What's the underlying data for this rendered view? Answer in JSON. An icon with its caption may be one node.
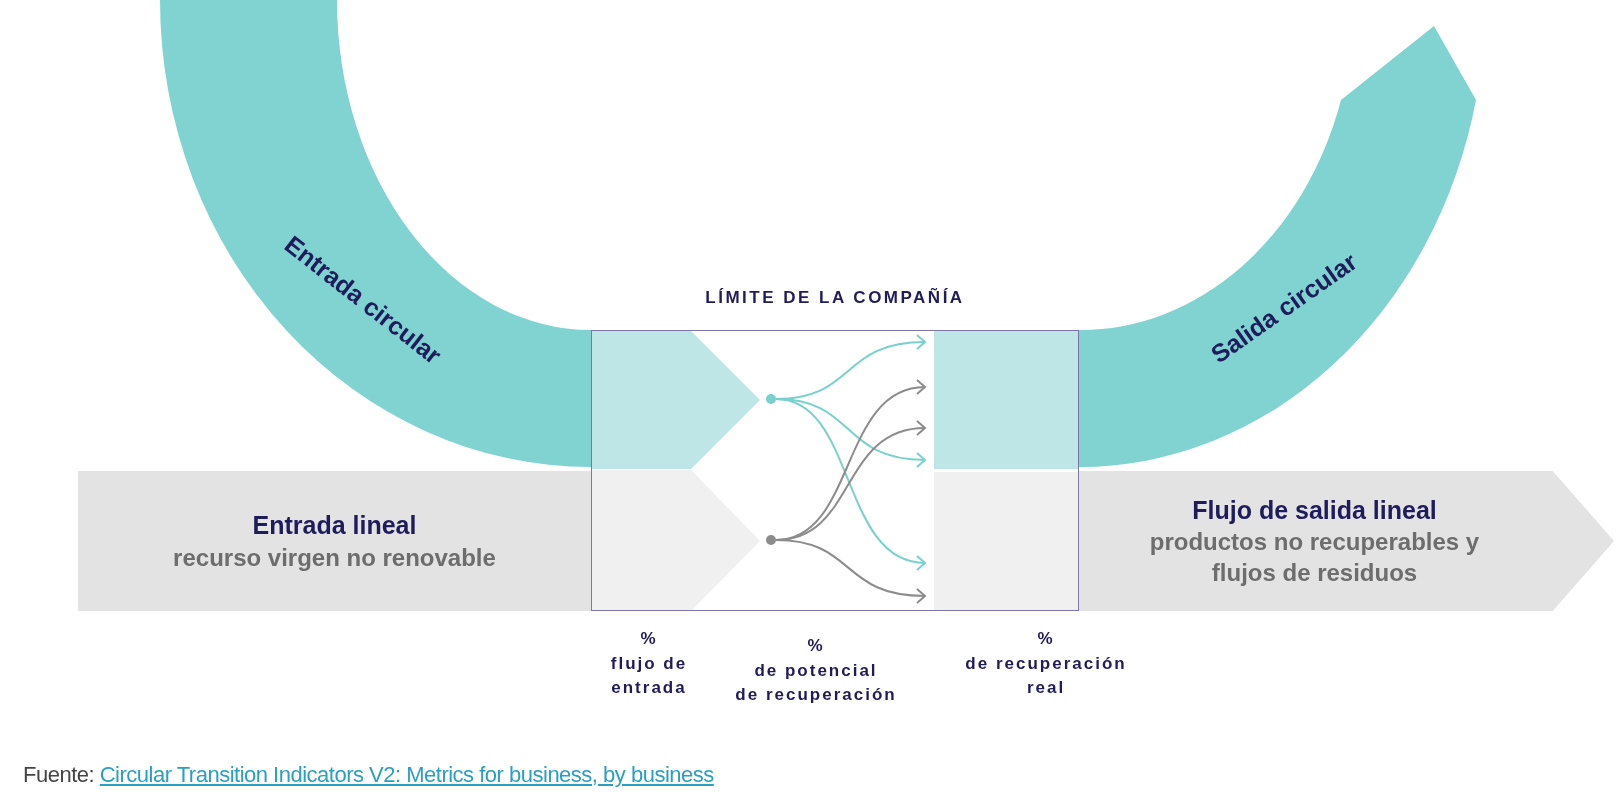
{
  "diagram": {
    "caption": "Fuente: Circular Transition Indicators V2: Metrics for business, by business",
    "nodes": [
      {
        "text": [
          "LÍMITE DE LA COMPAÑÍA"
        ]
      },
      {
        "text": [
          "Entrada circular"
        ]
      },
      {
        "text": [
          "Salida circular"
        ]
      },
      {
        "text": [
          "Entrada lineal",
          "recurso virgen no renovable"
        ]
      },
      {
        "text": [
          "Flujo de salida lineal",
          "productos no recuperables y flujos de residuos"
        ]
      },
      {
        "text": [],
        "shape": "circle",
        "in": 0
      },
      {
        "text": [],
        "shape": "circle",
        "in": 0
      }
    ],
    "edges": [
      {
        "from": 5,
        "to": null,
        "arrow": "to",
        "color": "#79d0cc"
      },
      {
        "from": 5,
        "to": null,
        "arrow": "to",
        "color": "#79d0cc"
      },
      {
        "from": 5,
        "to": null,
        "arrow": "to",
        "color": "#79d0cc"
      },
      {
        "from": 6,
        "to": null,
        "arrow": "to",
        "color": "#8c8c8c"
      },
      {
        "from": 6,
        "to": null,
        "arrow": "to",
        "color": "#8c8c8c"
      },
      {
        "from": 6,
        "to": null,
        "arrow": "to",
        "color": "#8c8c8c"
      }
    ],
    "labels": [
      "% flujo de entrada",
      "% de potencial de recuperación",
      "% de recuperación real"
    ]
  }
}
